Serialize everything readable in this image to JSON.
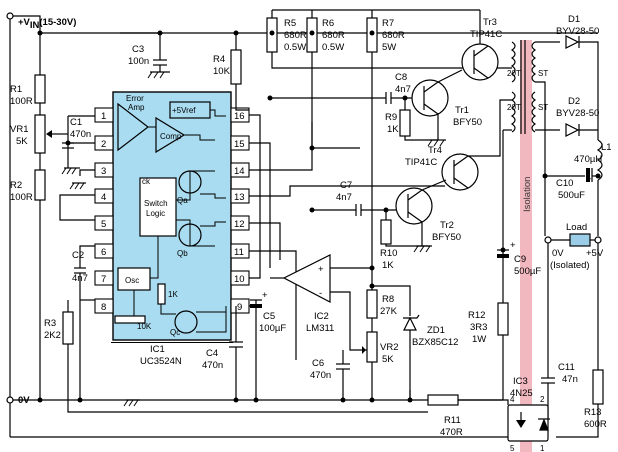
{
  "supply": {
    "vin_label": "+V",
    "vin_sub": "IN",
    "vin_range": "(15-30V)",
    "ground_label": "0V"
  },
  "ic1": {
    "ref": "IC1",
    "part": "UC3524N",
    "error_amp_line1": "Error",
    "error_amp_line2": "Amp",
    "vref": "+5Vref",
    "comp": "Comp",
    "switch_logic_line1": "Switch",
    "switch_logic_line2": "Logic",
    "ck": "ck",
    "qa": "Qa",
    "qb": "Qb",
    "qc": "Qc",
    "osc": "Osc",
    "r1k": "1K",
    "r10k": "10K",
    "pins": [
      "1",
      "2",
      "3",
      "4",
      "5",
      "6",
      "7",
      "8",
      "9",
      "10",
      "11",
      "12",
      "13",
      "14",
      "15",
      "16"
    ]
  },
  "components": {
    "R1": {
      "ref": "R1",
      "val": "100R"
    },
    "VR1": {
      "ref": "VR1",
      "val": "5K"
    },
    "R2": {
      "ref": "R2",
      "val": "100R"
    },
    "C1": {
      "ref": "C1",
      "val": "470n"
    },
    "C2": {
      "ref": "C2",
      "val": "4n7"
    },
    "R3": {
      "ref": "R3",
      "val": "2K2"
    },
    "C3": {
      "ref": "C3",
      "val": "100n"
    },
    "R4": {
      "ref": "R4",
      "val": "10K"
    },
    "R5": {
      "ref": "R5",
      "val": "680R",
      "rating": "0.5W"
    },
    "R6": {
      "ref": "R6",
      "val": "680R",
      "rating": "0.5W"
    },
    "R7": {
      "ref": "R7",
      "val": "680R",
      "rating": "5W"
    },
    "C4": {
      "ref": "C4",
      "val": "470n"
    },
    "C5": {
      "ref": "C5",
      "val": "100µF"
    },
    "C6": {
      "ref": "C6",
      "val": "470n"
    },
    "C7": {
      "ref": "C7",
      "val": "4n7"
    },
    "C8": {
      "ref": "C8",
      "val": "4n7"
    },
    "R8": {
      "ref": "R8",
      "val": "27K"
    },
    "VR2": {
      "ref": "VR2",
      "val": "5K"
    },
    "R9": {
      "ref": "R9",
      "val": "1K"
    },
    "R10": {
      "ref": "R10",
      "val": "1K"
    },
    "R11": {
      "ref": "R11",
      "val": "470R"
    },
    "R12": {
      "ref": "R12",
      "val": "3R3",
      "rating": "1W"
    },
    "R13": {
      "ref": "R13",
      "val": "600R"
    },
    "ZD1": {
      "ref": "ZD1",
      "val": "BZX85C12"
    },
    "IC2": {
      "ref": "IC2",
      "val": "LM311"
    },
    "IC3": {
      "ref": "IC3",
      "val": "4N25"
    },
    "Tr1": {
      "ref": "Tr1",
      "val": "BFY50"
    },
    "Tr2": {
      "ref": "Tr2",
      "val": "BFY50"
    },
    "Tr3": {
      "ref": "Tr3",
      "val": "TIP41C"
    },
    "Tr4": {
      "ref": "Tr4",
      "val": "TIP41C"
    },
    "C9": {
      "ref": "C9",
      "val": "500µF"
    },
    "C10": {
      "ref": "C10",
      "val": "500uF"
    },
    "C11": {
      "ref": "C11",
      "val": "47n"
    },
    "D1": {
      "ref": "D1",
      "val": "BYV28-50"
    },
    "D2": {
      "ref": "D2",
      "val": "BYV28-50"
    },
    "L1": {
      "ref": "L1",
      "val": "470µH"
    }
  },
  "transformer": {
    "t1": "20T",
    "t2": "20T",
    "s1": "ST",
    "s2": "ST"
  },
  "isolation_label": "Isolation",
  "load": {
    "title": "Load",
    "neg": "0V",
    "pos": "+5V",
    "note": "(Isolated)"
  },
  "optocoupler_pins": [
    "4",
    "2",
    "5",
    "1"
  ],
  "polarity_plus": "+",
  "polarity_minus": "-",
  "colors": {
    "ic_fill": "#a9dcf0",
    "isolation_band": "#f2b8bf",
    "wire": "#000000"
  }
}
